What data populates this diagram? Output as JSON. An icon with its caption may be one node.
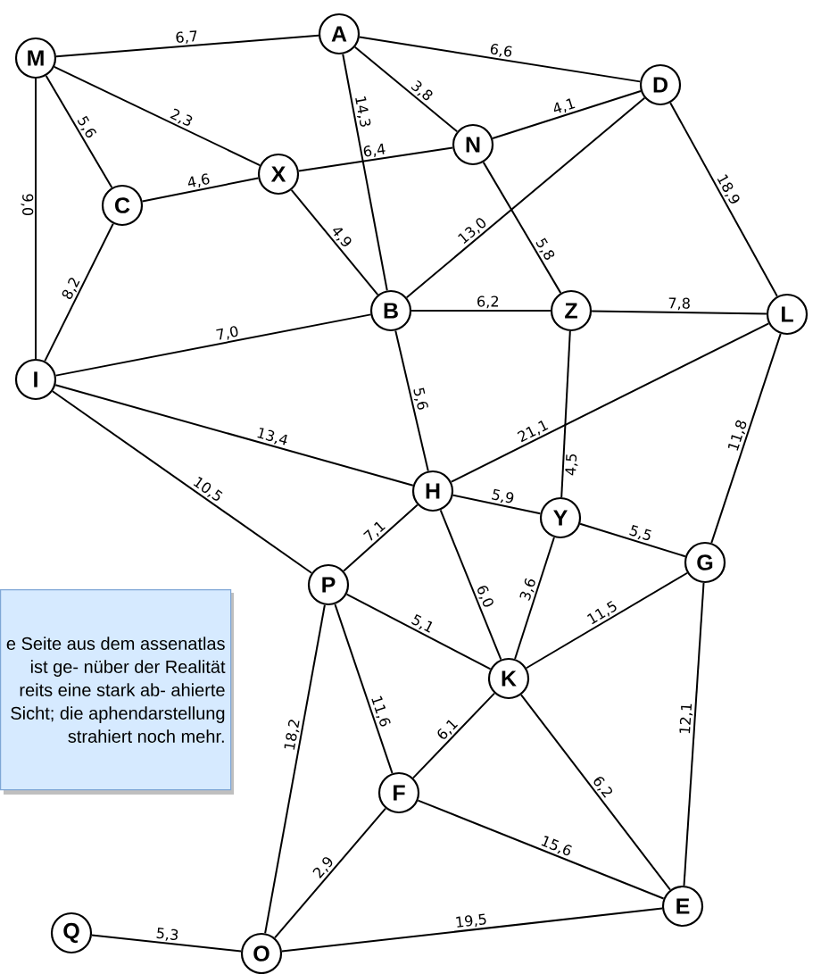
{
  "diagram": {
    "nodes": [
      {
        "text": [
          "A"
        ]
      },
      {
        "text": [
          "M"
        ]
      },
      {
        "text": [
          "D"
        ]
      },
      {
        "text": [
          "N"
        ]
      },
      {
        "text": [
          "X"
        ]
      },
      {
        "text": [
          "C"
        ]
      },
      {
        "text": [
          "B"
        ]
      },
      {
        "text": [
          "Z"
        ]
      },
      {
        "text": [
          "L"
        ]
      },
      {
        "text": [
          "I"
        ]
      },
      {
        "text": [
          "H"
        ]
      },
      {
        "text": [
          "Y"
        ]
      },
      {
        "text": [
          "G"
        ]
      },
      {
        "text": [
          "P"
        ]
      },
      {
        "text": [
          "e Seite aus dem assenatlas ist ge- nüber der Realität reits eine stark ab- ahierte Sicht; die aphendarstellung strahiert noch mehr."
        ]
      },
      {
        "text": [
          "K"
        ]
      },
      {
        "text": [
          "F"
        ]
      },
      {
        "text": [
          "E"
        ]
      },
      {
        "text": [
          "Q"
        ]
      },
      {
        "text": [
          "O"
        ]
      }
    ],
    "edges": [
      {
        "from": 1,
        "to": 0,
        "arrow": "none",
        "label": "6,7"
      },
      {
        "from": 0,
        "to": 2,
        "arrow": "none",
        "label": "6,6"
      },
      {
        "from": 1,
        "to": 4,
        "arrow": "none",
        "label": "2,3"
      },
      {
        "from": 1,
        "to": 5,
        "arrow": "none",
        "label": "5,6"
      },
      {
        "from": 1,
        "to": 9,
        "arrow": "none",
        "label": "9,0"
      },
      {
        "from": 5,
        "to": 4,
        "arrow": "none",
        "label": "4,6"
      },
      {
        "from": 5,
        "to": 9,
        "arrow": "none",
        "label": "8,2"
      },
      {
        "from": 0,
        "to": 3,
        "arrow": "none",
        "label": "3,8"
      },
      {
        "from": 0,
        "to": 6,
        "arrow": "none",
        "label": "14,3"
      },
      {
        "from": 3,
        "to": 2,
        "arrow": "none",
        "label": "4,1"
      },
      {
        "from": 4,
        "to": 3,
        "arrow": "none",
        "label": "6,4"
      },
      {
        "from": 4,
        "to": 6,
        "arrow": "none",
        "label": "4,9"
      },
      {
        "from": 6,
        "to": 2,
        "arrow": "none",
        "label": "13,0"
      },
      {
        "from": 3,
        "to": 7,
        "arrow": "none",
        "label": "5,8"
      },
      {
        "from": 2,
        "to": 8,
        "arrow": "none",
        "label": "18,9"
      },
      {
        "from": 6,
        "to": 7,
        "arrow": "none",
        "label": "6,2"
      },
      {
        "from": 7,
        "to": 8,
        "arrow": "none",
        "label": "7,8"
      },
      {
        "from": 9,
        "to": 6,
        "arrow": "none",
        "label": "7,0"
      },
      {
        "from": 9,
        "to": 10,
        "arrow": "none",
        "label": "13,4"
      },
      {
        "from": 6,
        "to": 10,
        "arrow": "none",
        "label": "5,6"
      },
      {
        "from": 10,
        "to": 8,
        "arrow": "none",
        "label": "21,1"
      },
      {
        "from": 7,
        "to": 11,
        "arrow": "none",
        "label": "4,5"
      },
      {
        "from": 8,
        "to": 12,
        "arrow": "none",
        "label": "11,8"
      },
      {
        "from": 9,
        "to": 13,
        "arrow": "none",
        "label": "10,5"
      },
      {
        "from": 10,
        "to": 11,
        "arrow": "none",
        "label": "5,9"
      },
      {
        "from": 10,
        "to": 13,
        "arrow": "none",
        "label": "7,1"
      },
      {
        "from": 10,
        "to": 15,
        "arrow": "none",
        "label": "6,0"
      },
      {
        "from": 11,
        "to": 15,
        "arrow": "none",
        "label": "3,6"
      },
      {
        "from": 11,
        "to": 12,
        "arrow": "none",
        "label": "5,5"
      },
      {
        "from": 13,
        "to": 15,
        "arrow": "none",
        "label": "5,1"
      },
      {
        "from": 12,
        "to": 15,
        "arrow": "none",
        "label": "11,5"
      },
      {
        "from": 13,
        "to": 16,
        "arrow": "none",
        "label": "11,6"
      },
      {
        "from": 13,
        "to": 19,
        "arrow": "none",
        "label": "18,2"
      },
      {
        "from": 15,
        "to": 16,
        "arrow": "none",
        "label": "6,1"
      },
      {
        "from": 15,
        "to": 17,
        "arrow": "none",
        "label": "6,2"
      },
      {
        "from": 12,
        "to": 17,
        "arrow": "none",
        "label": "12,1"
      },
      {
        "from": 16,
        "to": 17,
        "arrow": "none",
        "label": "15,6"
      },
      {
        "from": 16,
        "to": 19,
        "arrow": "none",
        "label": "2,9"
      },
      {
        "from": 19,
        "to": 17,
        "arrow": "none",
        "label": "19,5"
      },
      {
        "from": 18,
        "to": 19,
        "arrow": "none",
        "label": "5,3"
      }
    ]
  }
}
